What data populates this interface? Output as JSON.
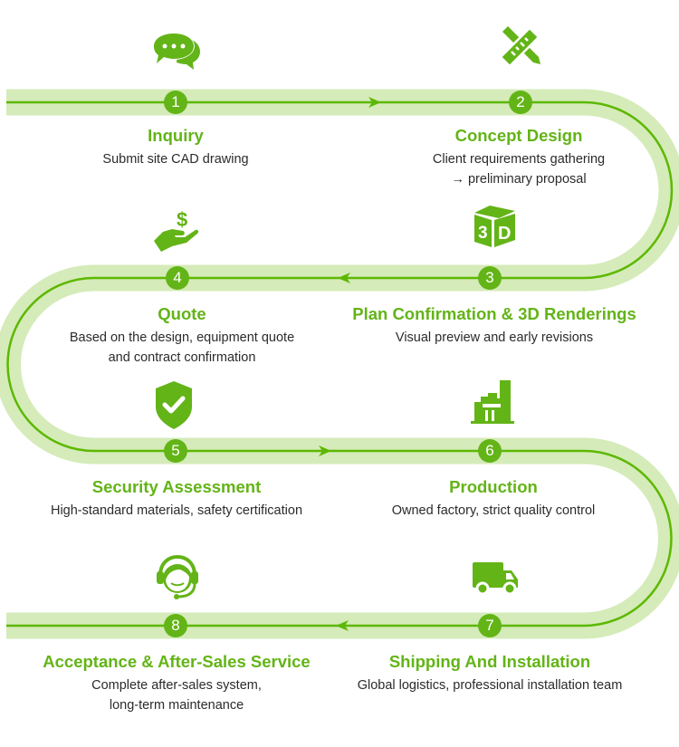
{
  "diagram": {
    "type": "process-flow",
    "colors": {
      "accent": "#63b417",
      "track_band": "#d5ebb9",
      "track_line": "#5cb800",
      "title_text": "#63b417",
      "desc_text": "#2b2b2b"
    },
    "steps": [
      {
        "number": "1",
        "title": "Inquiry",
        "desc": "Submit site CAD drawing",
        "icon": "chat-bubbles-icon"
      },
      {
        "number": "2",
        "title": "Concept Design",
        "desc": "Client requirements gathering\n→ preliminary proposal",
        "icon": "ruler-pencil-icon"
      },
      {
        "number": "3",
        "title": "Plan Confirmation & 3D Renderings",
        "desc": "Visual preview and early revisions",
        "icon": "3d-cube-icon"
      },
      {
        "number": "4",
        "title": "Quote",
        "desc": "Based on the design, equipment quote\nand contract confirmation",
        "icon": "hand-dollar-icon"
      },
      {
        "number": "5",
        "title": "Security Assessment",
        "desc": "High-standard materials, safety certification",
        "icon": "shield-check-icon"
      },
      {
        "number": "6",
        "title": "Production",
        "desc": "Owned factory, strict quality control",
        "icon": "factory-icon"
      },
      {
        "number": "7",
        "title": "Shipping And Installation",
        "desc": "Global logistics, professional installation team",
        "icon": "truck-icon"
      },
      {
        "number": "8",
        "title": "Acceptance & After-Sales Service",
        "desc": "Complete after-sales system,\nlong-term maintenance",
        "icon": "headset-support-icon"
      }
    ],
    "flow_arrows": [
      "right",
      "left",
      "right",
      "left"
    ]
  }
}
